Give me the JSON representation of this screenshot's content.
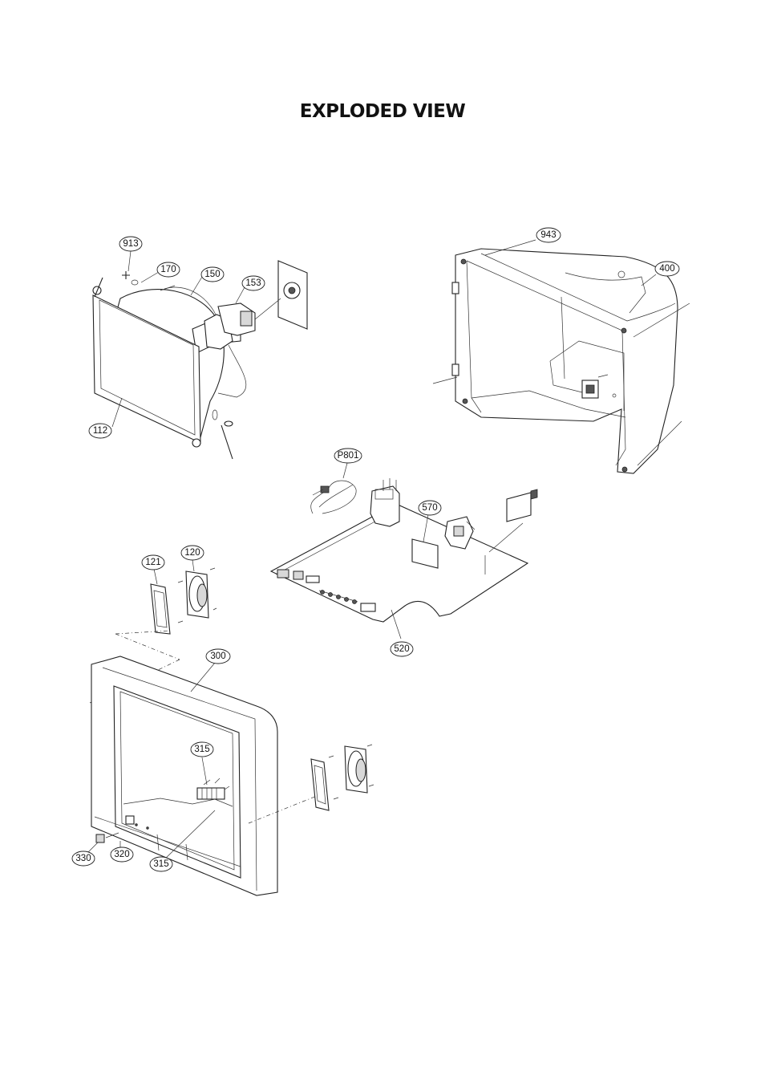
{
  "title": "EXPLODED VIEW",
  "callouts": {
    "c913": "913",
    "c170": "170",
    "c150": "150",
    "c153": "153",
    "c112": "112",
    "c943": "943",
    "c400": "400",
    "cP801": "P801",
    "c570": "570",
    "c520": "520",
    "c121": "121",
    "c120": "120",
    "c300": "300",
    "c315a": "315",
    "c315b": "315",
    "c320": "320",
    "c330": "330"
  }
}
